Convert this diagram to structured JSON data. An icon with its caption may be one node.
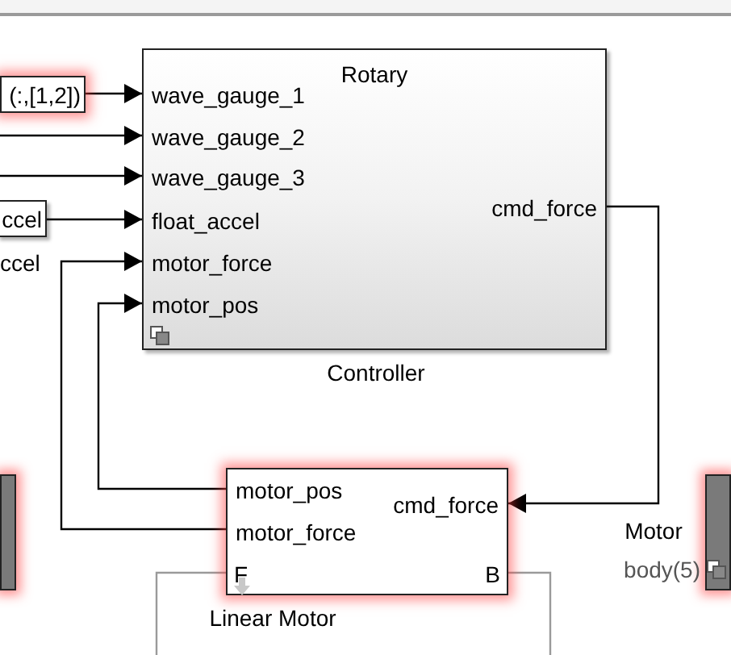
{
  "diagram": {
    "nodes": [
      {
        "text": [
          "Rotary",
          "wave_gauge_1",
          "wave_gauge_2",
          "wave_gauge_3",
          "float_accel",
          "motor_force",
          "motor_pos",
          "cmd_force"
        ],
        "beside": [
          "Controller"
        ]
      },
      {
        "text": [
          "(:,[1,2])"
        ]
      },
      {
        "text": [
          "ccel"
        ],
        "beside": [
          "ccel"
        ]
      },
      {
        "text": [
          "motor_pos",
          "motor_force",
          "cmd_force",
          "F",
          "B"
        ],
        "beside": [
          "Linear Motor"
        ]
      },
      {
        "text": [],
        "shape": "box"
      },
      {
        "text": [],
        "shape": "box",
        "beside": [
          "Motor",
          "body(5)"
        ]
      }
    ],
    "edges": [
      {
        "from": 1,
        "to": 0,
        "arrow": "to"
      },
      {
        "from": null,
        "to": 0,
        "arrow": "to"
      },
      {
        "from": null,
        "to": 0,
        "arrow": "to"
      },
      {
        "from": 2,
        "to": 0,
        "arrow": "to"
      },
      {
        "from": 3,
        "to": 0,
        "arrow": "to"
      },
      {
        "from": 3,
        "to": 0,
        "arrow": "to"
      },
      {
        "from": 0,
        "to": 3,
        "arrow": "to"
      },
      {
        "from": 3,
        "to": null,
        "arrow": "none",
        "color": "#9a9a9a"
      },
      {
        "from": 3,
        "to": null,
        "arrow": "none",
        "color": "#9a9a9a"
      }
    ]
  }
}
